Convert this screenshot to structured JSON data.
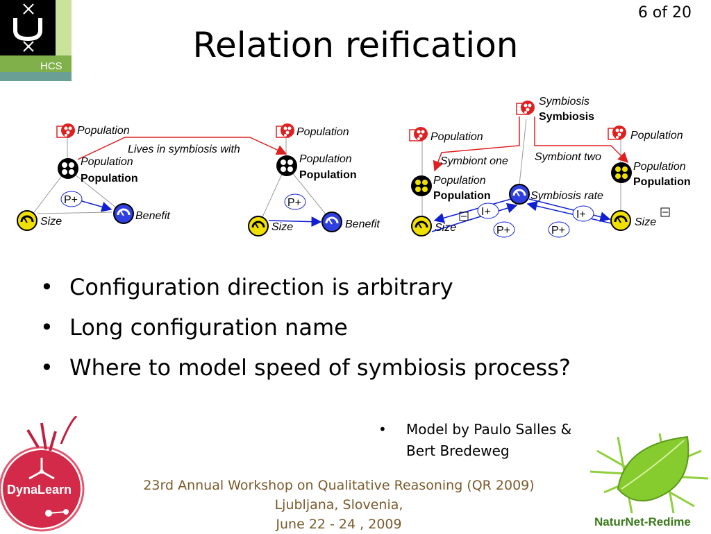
{
  "header": {
    "page_number": "6 of 20",
    "title": "Relation reification",
    "logo_text": "HCS"
  },
  "diagram_left": {
    "population_top_left": "Population",
    "population_top_right": "Population",
    "relation_label": "Lives in symbiosis with",
    "entity_left_italic": "Population",
    "entity_left_bold": "Population",
    "entity_right_italic": "Population",
    "entity_right_bold": "Population",
    "p_plus_left": "P+",
    "p_plus_right": "P+",
    "size_left": "Size",
    "benefit_left": "Benefit",
    "size_right": "Size",
    "benefit_right": "Benefit"
  },
  "diagram_right": {
    "symbiosis_italic": "Symbiosis",
    "symbiosis_bold": "Symbiosis",
    "population_left": "Population",
    "population_right": "Population",
    "symbiont_one": "Symbiont one",
    "symbiont_two": "Symbiont two",
    "entity_left_italic": "Population",
    "entity_left_bold": "Population",
    "entity_right_italic": "Population",
    "entity_right_bold": "Population",
    "symbiosis_rate": "Symbiosis rate",
    "i_plus_left": "I+",
    "i_plus_right": "I+",
    "p_plus_left": "P+",
    "p_plus_right": "P+",
    "size_left": "Size",
    "size_right": "Size"
  },
  "bullets": [
    "Configuration direction is arbitrary",
    "Long configuration name",
    "Where to model speed of symbiosis process?"
  ],
  "credit": {
    "line1": "Model by Paulo Salles &",
    "line2": "Bert Bredeweg"
  },
  "footer": {
    "line1": "23rd Annual Workshop on Qualitative Reasoning (QR 2009)",
    "line2": "Ljubljana, Slovenia,",
    "line3": "June 22 - 24 , 2009"
  },
  "logos": {
    "dynalearn": "DynaLearn",
    "naturnet": "NaturNet-Redime"
  },
  "colors": {
    "relation_red": "#e02020",
    "influence_blue": "#1020d0",
    "quantity_yellow": "#f0e000",
    "footer_brown": "#7a5a2a"
  }
}
